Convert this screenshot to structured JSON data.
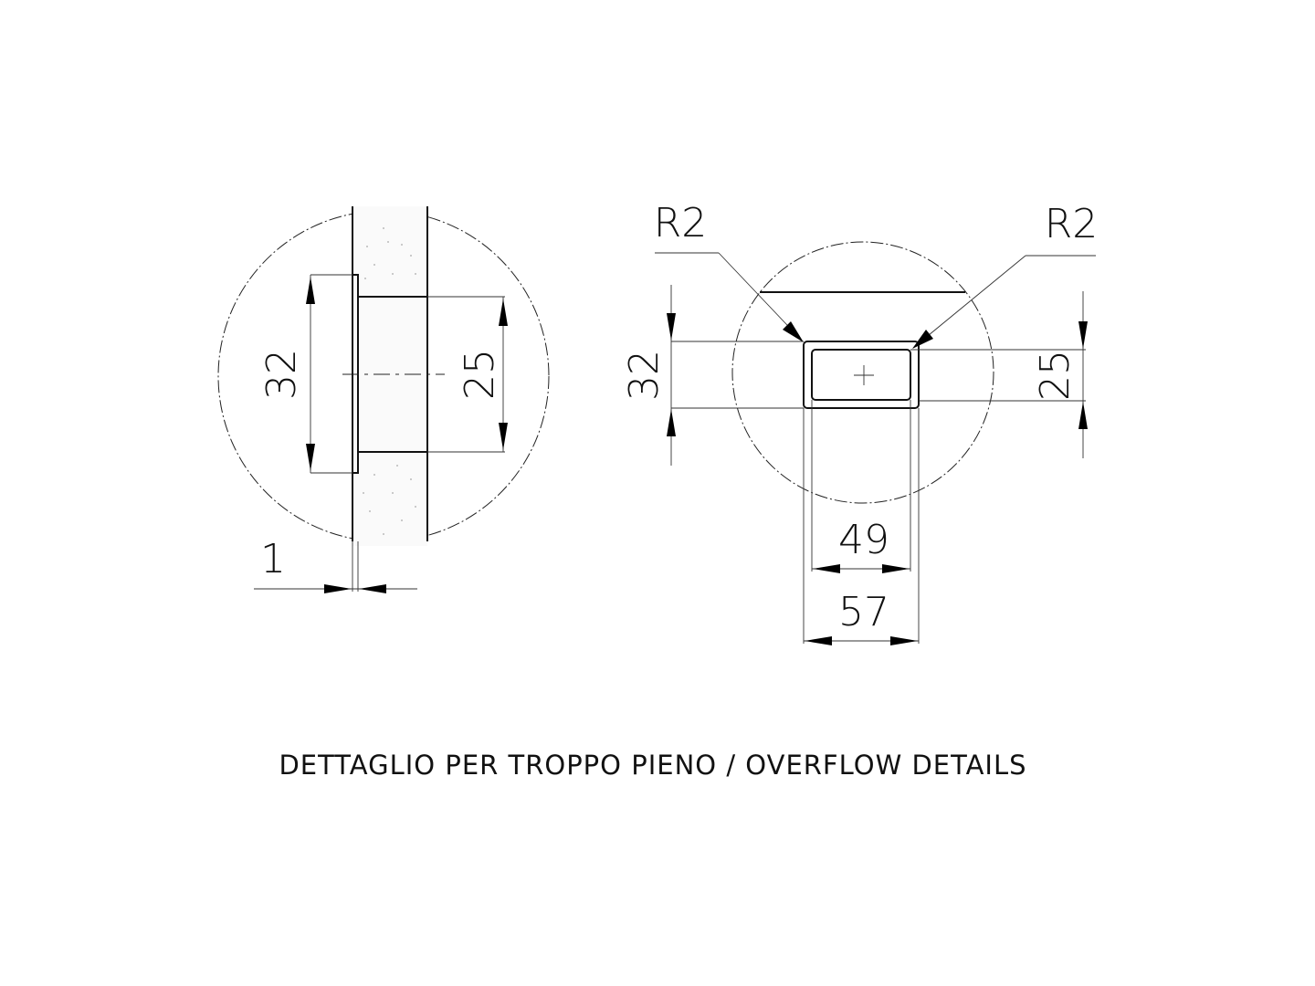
{
  "drawing": {
    "caption": "DETTAGLIO PER TROPPO PIENO / OVERFLOW DETAILS",
    "side_view": {
      "flange_height": "32",
      "body_height": "25",
      "flange_thickness": "1"
    },
    "front_view": {
      "radius_left": "R2",
      "radius_right": "R2",
      "outer_height": "32",
      "inner_height": "25",
      "inner_width": "49",
      "outer_width": "57"
    },
    "line_color": "#111111",
    "background": "#ffffff"
  }
}
